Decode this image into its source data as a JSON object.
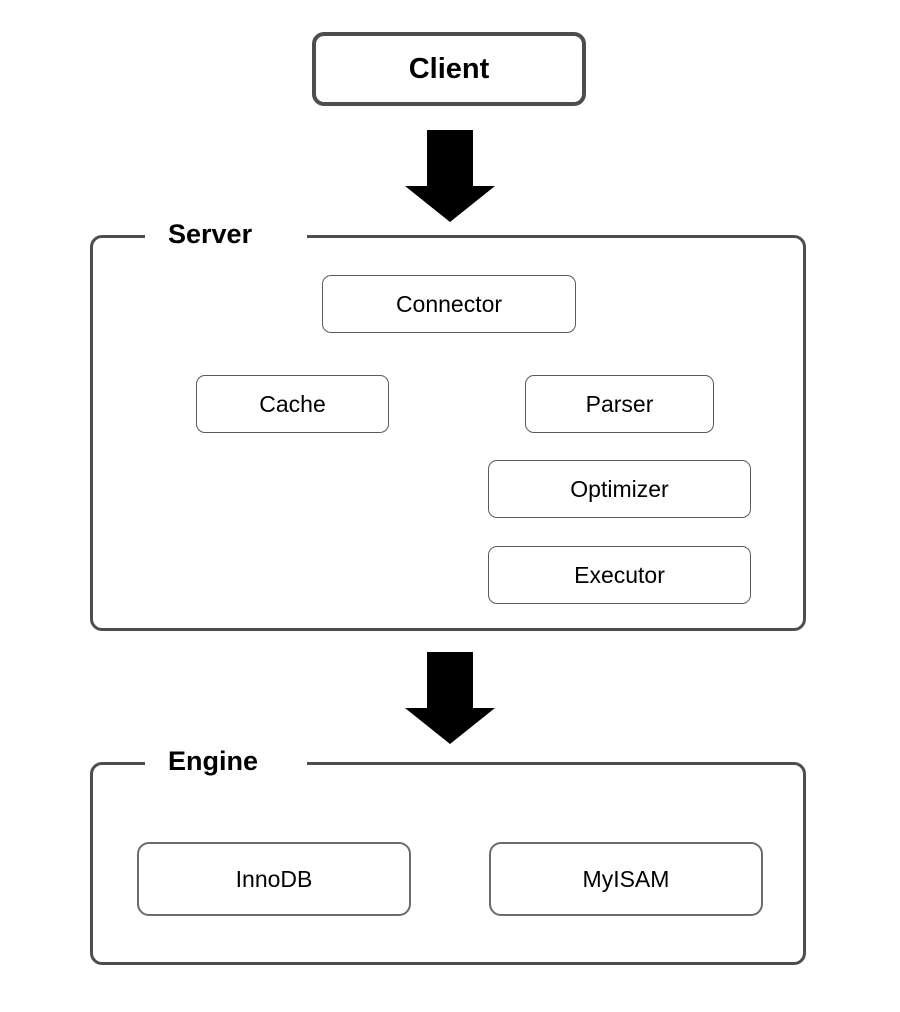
{
  "diagram": {
    "title": "MySQL architecture block diagram",
    "background_color": "#ffffff",
    "container_border_color": "#4d4d4d",
    "node_border_color": "#5a5a5a",
    "arrow_color": "#000000",
    "text_color": "#000000"
  },
  "client": {
    "label": "Client"
  },
  "server": {
    "label": "Server",
    "nodes": [
      {
        "label": "Connector"
      },
      {
        "label": "Cache"
      },
      {
        "label": "Parser"
      },
      {
        "label": "Optimizer"
      },
      {
        "label": "Executor"
      }
    ]
  },
  "engine": {
    "label": "Engine",
    "nodes": [
      {
        "label": "InnoDB"
      },
      {
        "label": "MyISAM"
      }
    ]
  },
  "arrows": [
    {
      "name": "client-to-server",
      "direction": "down"
    },
    {
      "name": "server-to-engine",
      "direction": "down"
    }
  ]
}
